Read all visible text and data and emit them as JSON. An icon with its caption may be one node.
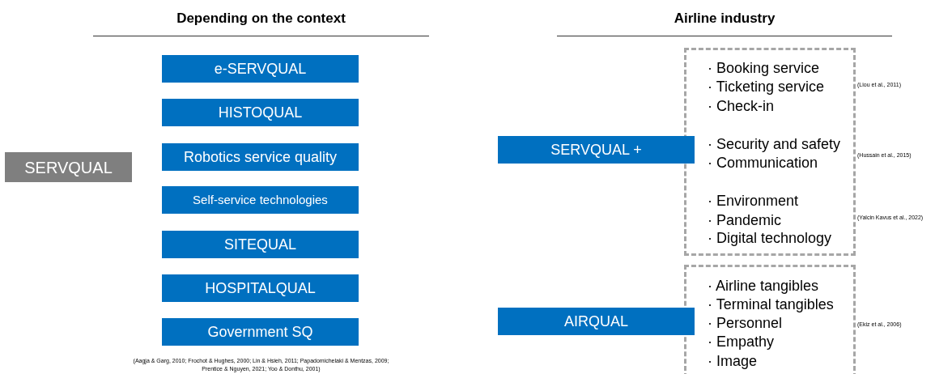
{
  "diagram": {
    "nodes": [
      {
        "text": [
          "SERVQUAL"
        ]
      },
      {
        "text": [
          "e-SERVQUAL"
        ]
      },
      {
        "text": [
          "HISTOQUAL"
        ]
      },
      {
        "text": [
          "Robotics service quality"
        ]
      },
      {
        "text": [
          "Self-service technologies"
        ]
      },
      {
        "text": [
          "SITEQUAL"
        ]
      },
      {
        "text": [
          "HOSPITALQUAL"
        ]
      },
      {
        "text": [
          "Government SQ"
        ]
      },
      {
        "text": [
          "SERVQUAL +"
        ]
      },
      {
        "text": [
          "· Booking service",
          "· Ticketing service",
          "· Check-in",
          "· Security and safety",
          "· Communication",
          "· Environment",
          "· Pandemic",
          "· Digital technology"
        ],
        "beside": [
          "(Liou et al.,  2011)",
          "(Hussain et al.,  2015)",
          "(Yalcin Kavus et al., 2022)"
        ]
      },
      {
        "text": [
          "AIRQUAL"
        ]
      },
      {
        "text": [
          "· Airline tangibles",
          "· Terminal tangibles",
          "· Personnel",
          "· Empathy",
          "· Image"
        ],
        "beside": [
          "(Ekiz et al., 2006)"
        ]
      }
    ],
    "labels": [
      "Depending on the context",
      "Airline industry",
      "(Aagja & Garg, 2010; Frochot & Hughes, 2000; Lin & Hsieh, 2011; Papadomichelaki & Mentzas, 2009;  Prentice & Nguyen, 2021; Yoo & Donthu, 2001)"
    ]
  }
}
